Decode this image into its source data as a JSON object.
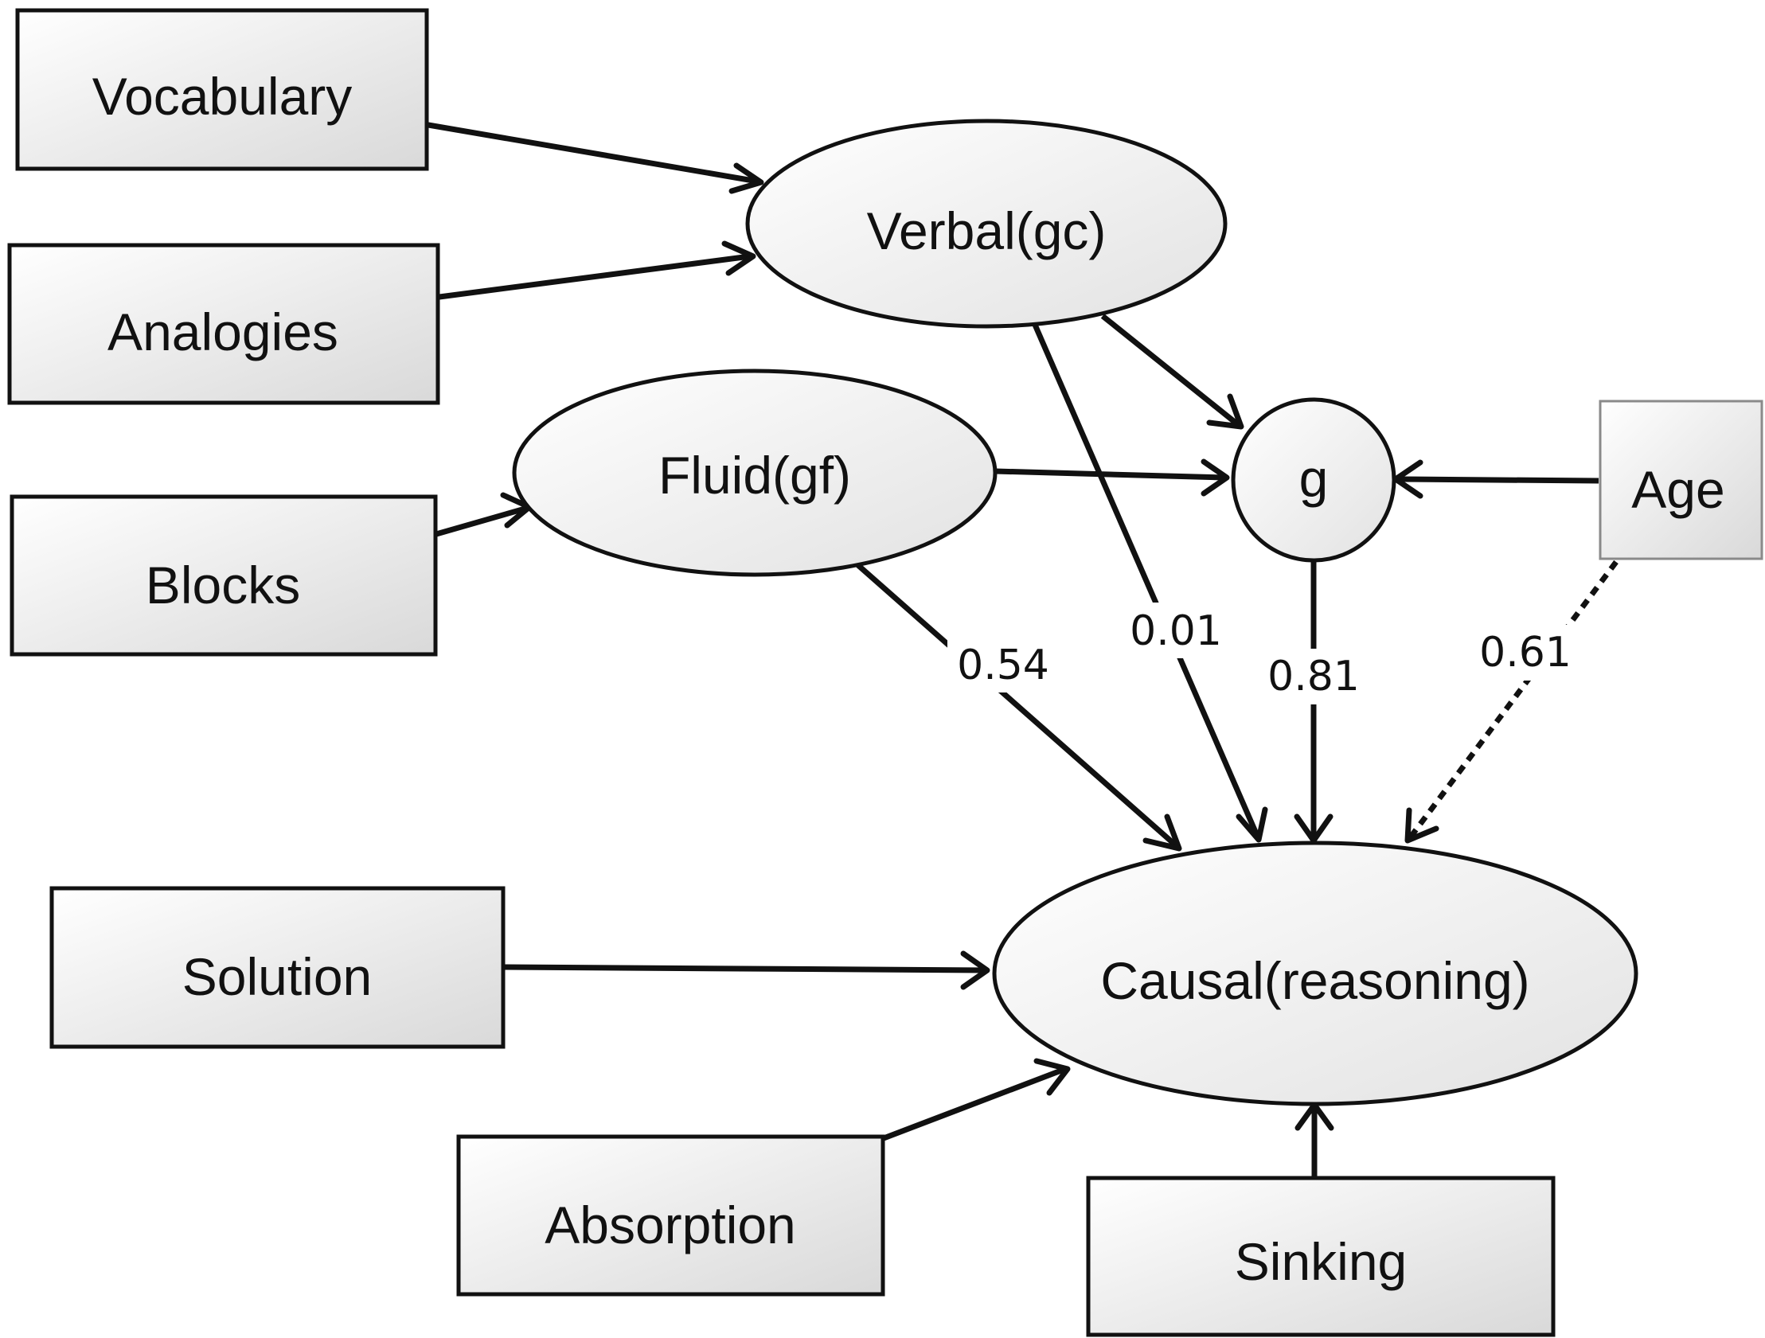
{
  "nodes": {
    "vocabulary": "Vocabulary",
    "analogies": "Analogies",
    "blocks": "Blocks",
    "verbal": "Verbal(gc)",
    "fluid": "Fluid(gf)",
    "g": "g",
    "age": "Age",
    "causal": "Causal(reasoning)",
    "solution": "Solution",
    "absorption": "Absorption",
    "sinking": "Sinking"
  },
  "coefficients": {
    "fluid_causal": "0.54",
    "verbal_causal": "0.01",
    "g_causal": "0.81",
    "age_causal": "0.61"
  },
  "colors": {
    "stroke": "#111111",
    "box_fill_light": "#ffffff",
    "box_fill_dark": "#dcdcdc",
    "age_border": "#8a8a8a"
  }
}
